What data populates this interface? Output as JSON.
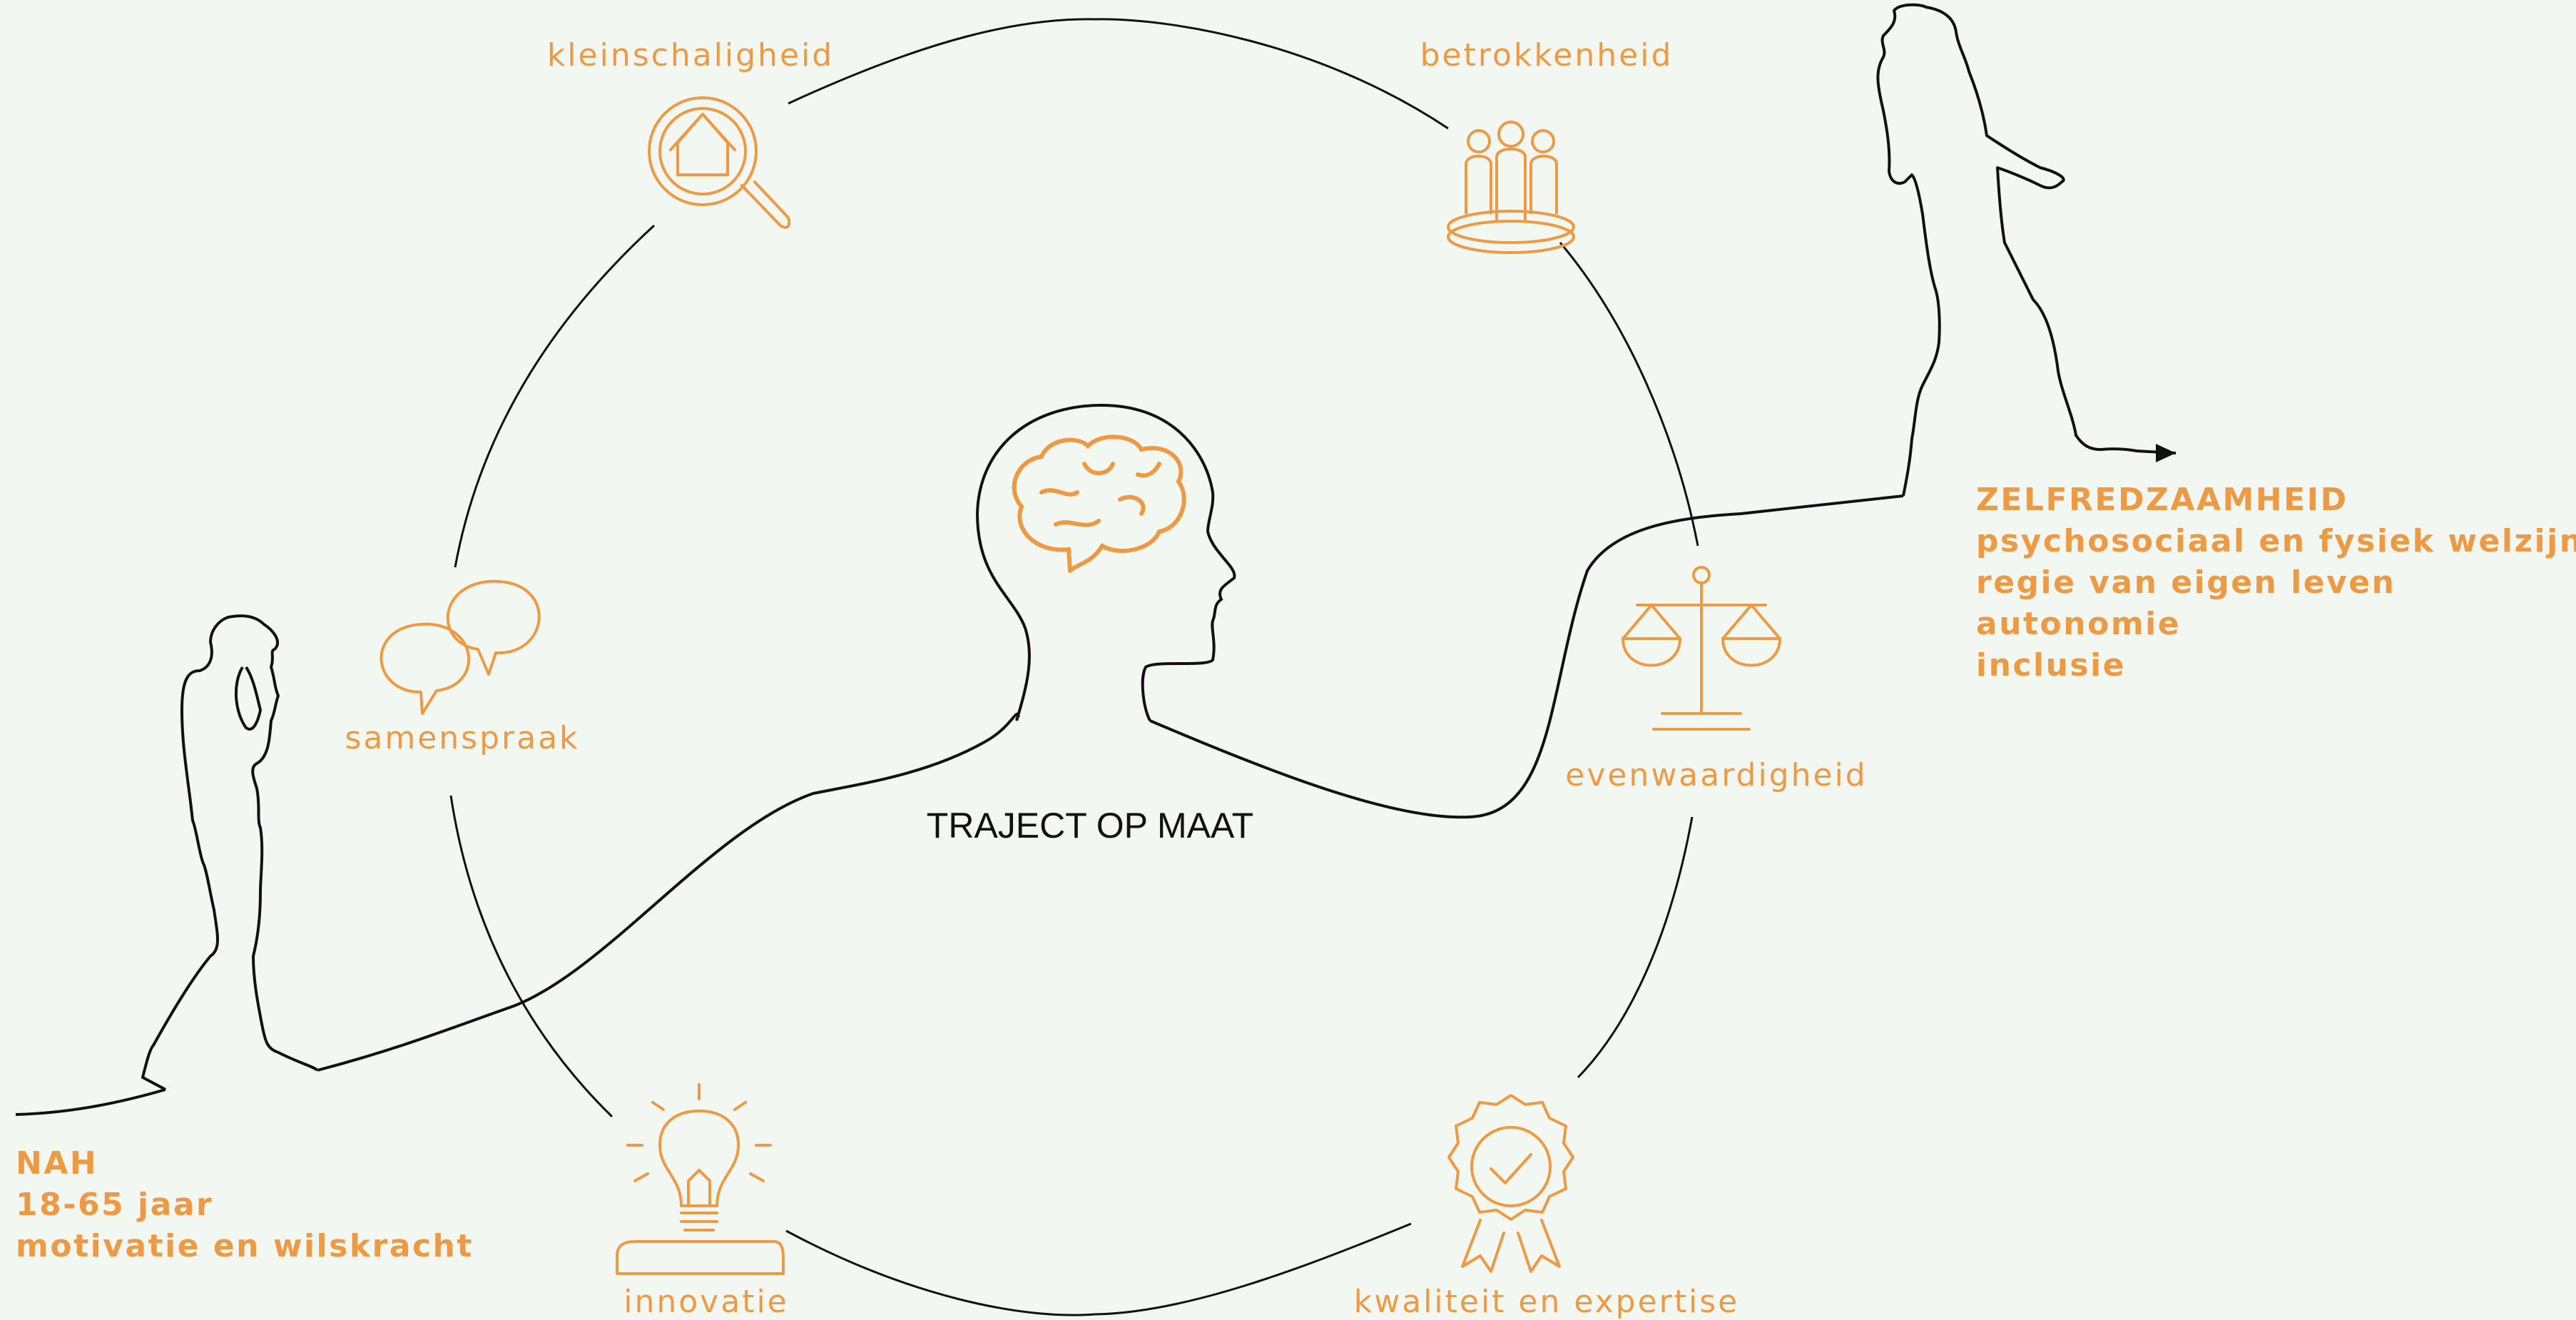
{
  "center_title": "TRAJECT OP MAAT",
  "values": [
    {
      "label": "kleinschaligheid",
      "icon": "house-magnifier-icon"
    },
    {
      "label": "betrokkenheid",
      "icon": "people-group-icon"
    },
    {
      "label": "samenspraak",
      "icon": "speech-bubbles-icon"
    },
    {
      "label": "evenwaardigheid",
      "icon": "balance-scale-icon"
    },
    {
      "label": "innovatie",
      "icon": "lightbulb-icon"
    },
    {
      "label": "kwaliteit en expertise",
      "icon": "quality-badge-icon"
    }
  ],
  "start": {
    "lines": [
      "NAH",
      "18-65 jaar",
      "motivatie en wilskracht"
    ],
    "figure": "thinking-person-icon"
  },
  "end": {
    "lines": [
      "ZELFREDZAAMHEID",
      "psychosociaal en fysiek welzijn",
      "regie van eigen leven",
      "autonomie",
      "inclusie"
    ],
    "figure": "walking-person-icon"
  },
  "colors": {
    "accent": "#ee9a44",
    "line": "#111111",
    "background": "#f2f7f1"
  }
}
